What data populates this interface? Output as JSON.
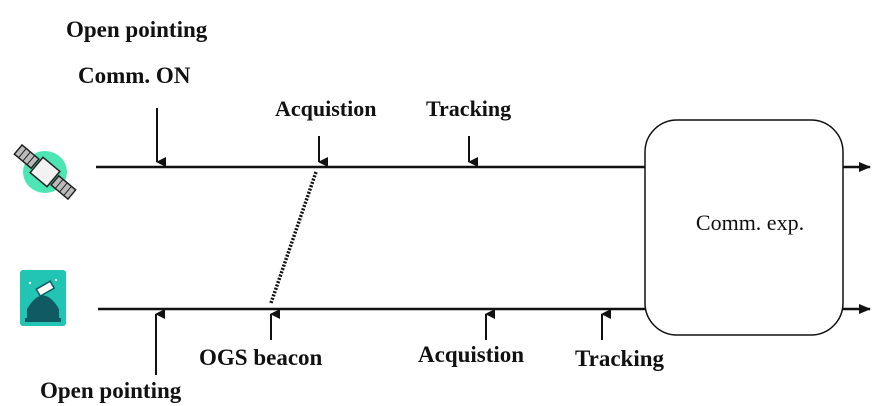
{
  "top_labels": {
    "open_pointing": "Open pointing",
    "comm_on": "Comm. ON",
    "acquisition": "Acquistion",
    "tracking": "Tracking"
  },
  "bottom_labels": {
    "ogs_beacon": "OGS beacon",
    "acquisition": "Acquistion",
    "tracking": "Tracking",
    "open_pointing": "Open pointing"
  },
  "box_label": "Comm. exp.",
  "icons": {
    "satellite": "satellite-icon",
    "ground_station": "ground-station-telescope-icon"
  },
  "colors": {
    "line": "#111111",
    "satellite_glow": "#2fe0a8",
    "ground_station_bg": "#22c4b4",
    "ground_station_dome": "#0f5a63"
  }
}
